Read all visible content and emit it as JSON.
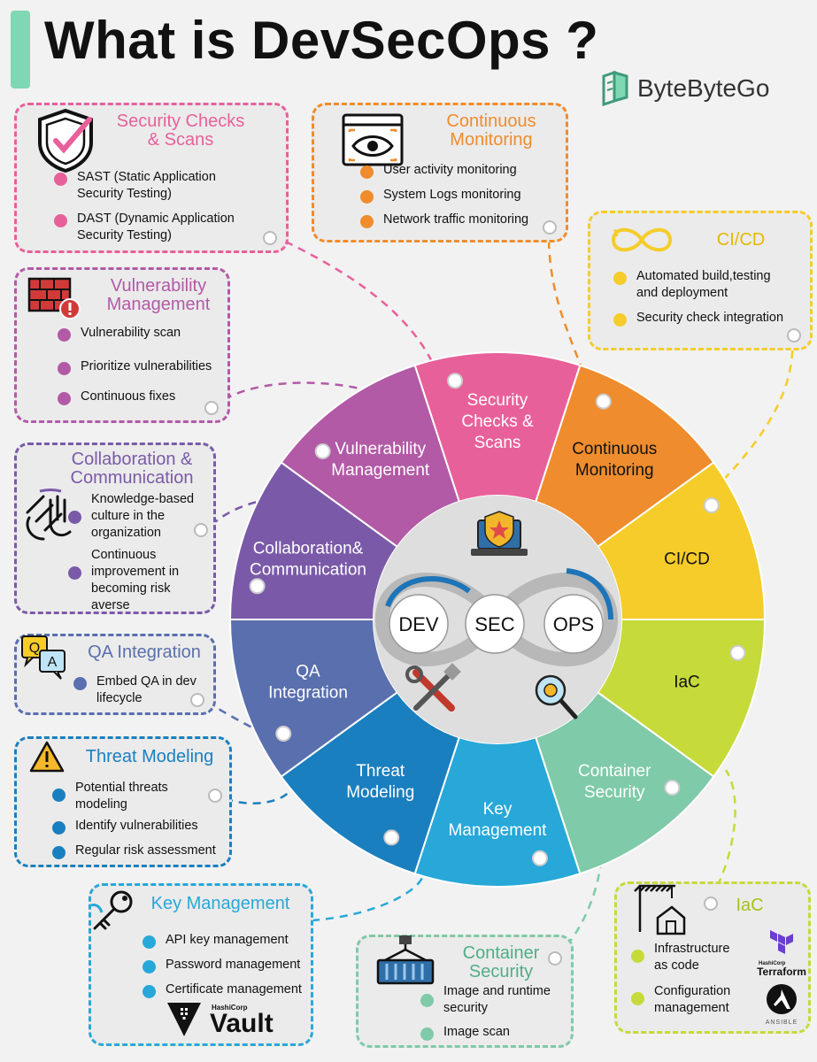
{
  "title": "What is DevSecOps ?",
  "brand": "ByteByteGo",
  "wheel": {
    "segments": [
      {
        "key": "security",
        "label": [
          "Security",
          "Checks &",
          "Scans"
        ],
        "color": "#e8609a"
      },
      {
        "key": "monitoring",
        "label": [
          "Continuous",
          "Monitoring"
        ],
        "color": "#ef8c2d"
      },
      {
        "key": "cicd",
        "label": [
          "CI/CD"
        ],
        "color": "#f5cc2a"
      },
      {
        "key": "iac",
        "label": [
          "IaC"
        ],
        "color": "#c6da3a"
      },
      {
        "key": "container",
        "label": [
          "Container",
          "Security"
        ],
        "color": "#7fcaa8"
      },
      {
        "key": "keymgmt",
        "label": [
          "Key",
          "Management"
        ],
        "color": "#27a8d8"
      },
      {
        "key": "threat",
        "label": [
          "Threat",
          "Modeling"
        ],
        "color": "#1a7fbf"
      },
      {
        "key": "qa",
        "label": [
          "QA",
          "Integration"
        ],
        "color": "#5a6fae"
      },
      {
        "key": "collab",
        "label": [
          "Collaboration&",
          "Communication"
        ],
        "color": "#7a5aa8"
      },
      {
        "key": "vuln",
        "label": [
          "Vulnerability",
          "Management"
        ],
        "color": "#b25aa6"
      }
    ],
    "center": [
      "DEV",
      "SEC",
      "OPS"
    ]
  },
  "boxes": {
    "security": {
      "title": [
        "Security Checks",
        "& Scans"
      ],
      "color": "#e8609a",
      "items": [
        "SAST (Static Application Security Testing)",
        "DAST (Dynamic Application Security Testing)"
      ]
    },
    "monitoring": {
      "title": [
        "Continuous",
        "Monitoring"
      ],
      "color": "#ef8c2d",
      "items": [
        "User activity monitoring",
        "System Logs monitoring",
        "Network traffic monitoring"
      ]
    },
    "cicd": {
      "title": [
        "CI/CD"
      ],
      "color": "#f5cc2a",
      "items": [
        "Automated build,testing and deployment",
        "Security check integration"
      ]
    },
    "vuln": {
      "title": [
        "Vulnerability",
        "Management"
      ],
      "color": "#b25aa6",
      "items": [
        "Vulnerability scan",
        "Prioritize vulnerabilities",
        "Continuous fixes"
      ]
    },
    "collab": {
      "title": [
        "Collaboration &",
        "Communication"
      ],
      "color": "#7a5aa8",
      "items": [
        "Knowledge-based culture in the organization",
        "Continuous improvement in becoming risk averse"
      ]
    },
    "qa": {
      "title": [
        "QA Integration"
      ],
      "color": "#5a6fae",
      "items": [
        "Embed QA in dev lifecycle"
      ]
    },
    "threat": {
      "title": [
        "Threat Modeling"
      ],
      "color": "#1a7fbf",
      "items": [
        "Potential threats modeling",
        "Identify vulnerabilities",
        "Regular risk assessment"
      ]
    },
    "keymgmt": {
      "title": [
        "Key Management"
      ],
      "color": "#27a8d8",
      "items": [
        "API key management",
        "Password management",
        "Certificate management"
      ],
      "logo_small": "HashiCorp",
      "logo": "Vault"
    },
    "container": {
      "title": [
        "Container",
        "Security"
      ],
      "color": "#7fcaa8",
      "items": [
        "Image and runtime security",
        "Image scan"
      ]
    },
    "iac": {
      "title": [
        "IaC"
      ],
      "color": "#c6da3a",
      "items": [
        "Infrastructure as code",
        "Configuration management"
      ],
      "logo1_small": "HashiCorp",
      "logo1": "Terraform",
      "logo2": "ANSIBLE"
    }
  }
}
